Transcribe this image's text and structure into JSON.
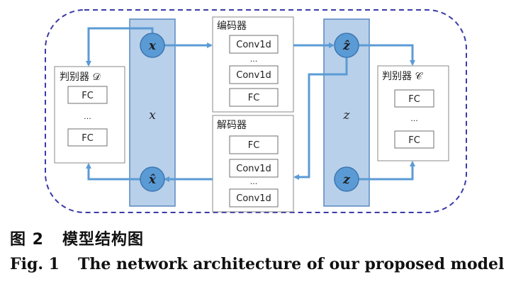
{
  "discriminator_d": {
    "label": "判别器 𝒟",
    "layers": [
      "FC",
      "...",
      "FC"
    ]
  },
  "encoder": {
    "label": "编码器",
    "layers": [
      "Conv1d",
      "...",
      "Conv1d",
      "FC"
    ]
  },
  "decoder": {
    "label": "解码器",
    "layers": [
      "FC",
      "Conv1d",
      "...",
      "Conv1d"
    ]
  },
  "discriminator_c": {
    "label": "判别器 𝒞",
    "layers": [
      "FC",
      "...",
      "FC"
    ]
  },
  "x_column": {
    "label": "x",
    "top_node": "x",
    "bottom_node": "x̂"
  },
  "z_column": {
    "label": "z",
    "top_node": "ẑ",
    "bottom_node": "z"
  },
  "caption": {
    "cn_number": "图 2",
    "cn_title": "模型结构图",
    "en_number": "Fig. 1",
    "en_title": "The network architecture of our proposed model"
  },
  "colors": {
    "column_fill": "#b8d0ea",
    "column_stroke": "#5b89c0",
    "node_fill": "#5b9bd5",
    "node_stroke": "#3d75b0",
    "arrow": "#5b9bd5",
    "dashed_border": "#3a3aa8"
  }
}
